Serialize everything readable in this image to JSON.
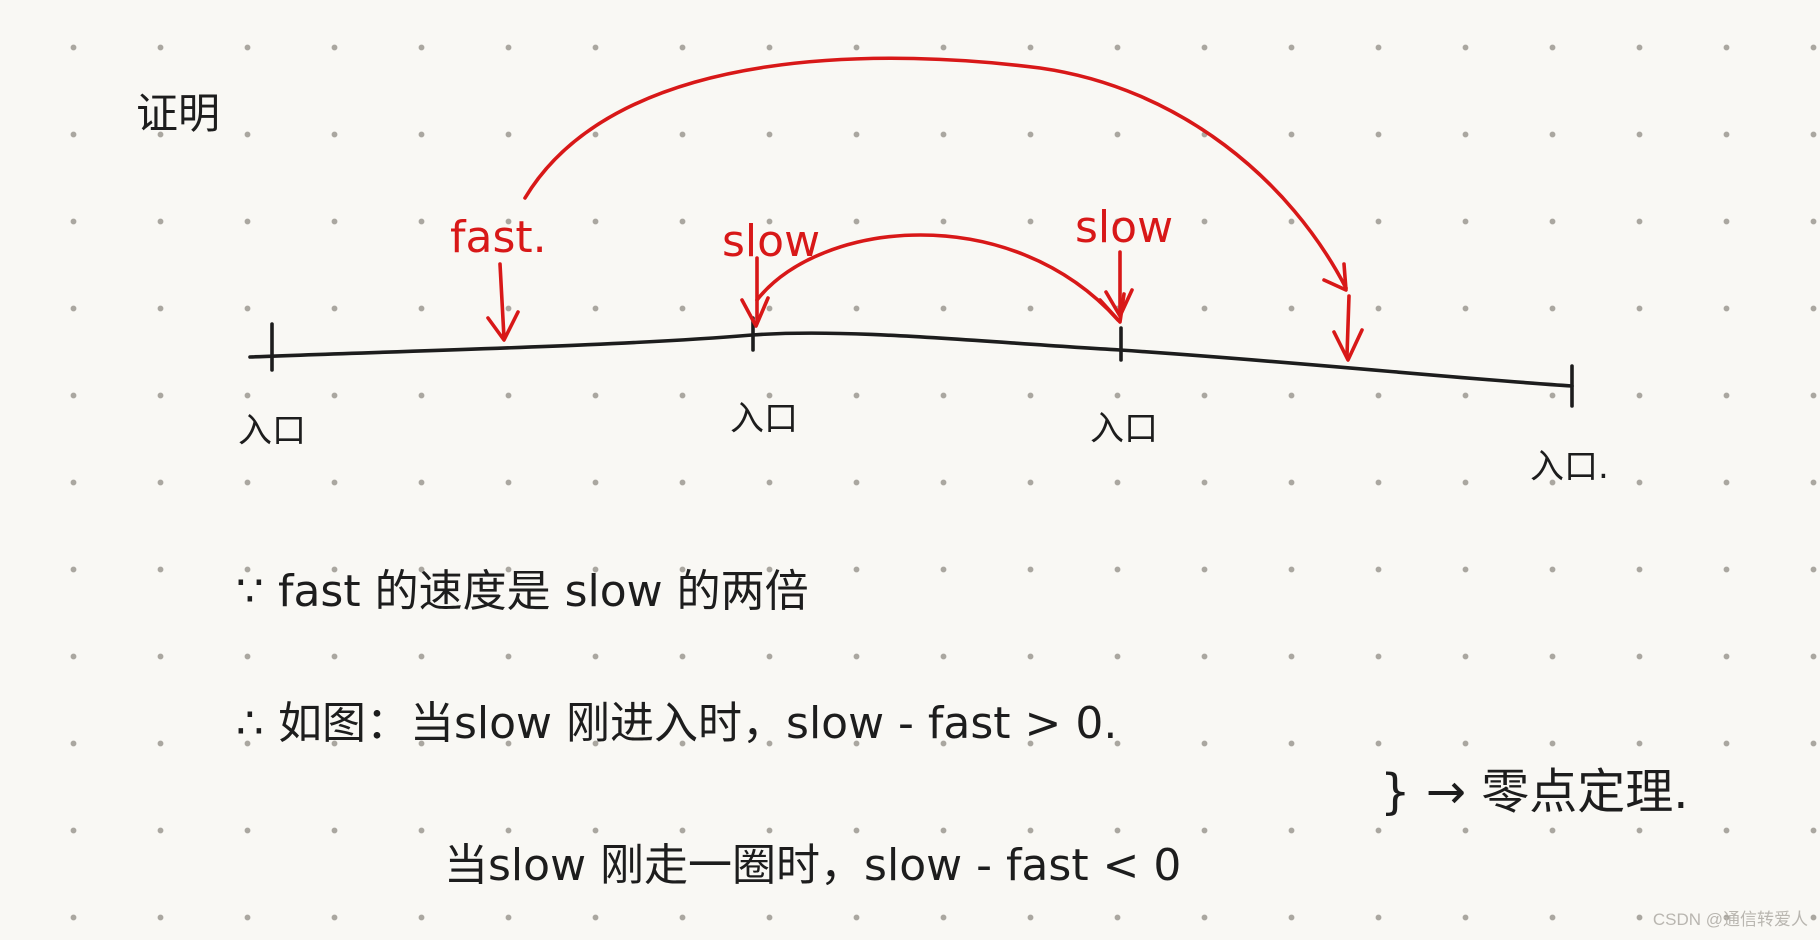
{
  "diagram": {
    "title": "证明",
    "markers": {
      "fast": "fast.",
      "slow_left": "slow",
      "slow_right": "slow"
    },
    "entry_labels": [
      "入口",
      "入口",
      "入口",
      "入口."
    ],
    "reasoning": {
      "line1": "∵ fast 的速度是 slow 的两倍",
      "line2": "∴ 如图：当slow 刚进入时，slow - fast > 0.",
      "line3": "当slow 刚走一圈时，slow - fast < 0",
      "conclusion": "} → 零点定理."
    }
  },
  "watermark": "CSDN @通信转爱人",
  "colors": {
    "ink": "#1d1d1d",
    "red": "#d81818",
    "paper": "#f9f8f4",
    "dot": "#aaa7a0"
  }
}
